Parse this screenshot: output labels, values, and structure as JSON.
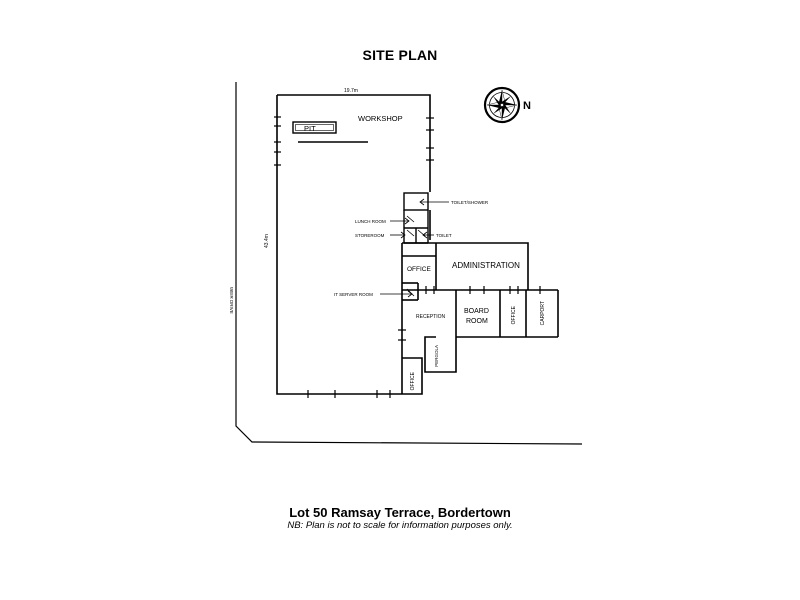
{
  "title": "SITE PLAN",
  "dimensions": {
    "width": "19.7m",
    "depth": "43.4m"
  },
  "street": "WEIR DRIVE",
  "north_label": "N",
  "rooms": {
    "workshop": "WORKSHOP",
    "pit": "PIT",
    "toilet_shower": "TOILET/SHOWER",
    "lunch_room": "LUNCH ROOM",
    "storeroom": "STOREROOM",
    "toilet": "TOILET",
    "office_main": "OFFICE",
    "administration": "ADMINISTRATION",
    "it_server_room": "IT SERVER ROOM",
    "reception": "RECEPTION",
    "board_room_1": "BOARD",
    "board_room_2": "ROOM",
    "office_side": "OFFICE",
    "carport": "CARPORT",
    "pergola": "PERGOLA",
    "office_front": "OFFICE"
  },
  "address": "Lot 50 Ramsay Terrace, Bordertown",
  "disclaimer": "NB: Plan is not to scale for information purposes only."
}
